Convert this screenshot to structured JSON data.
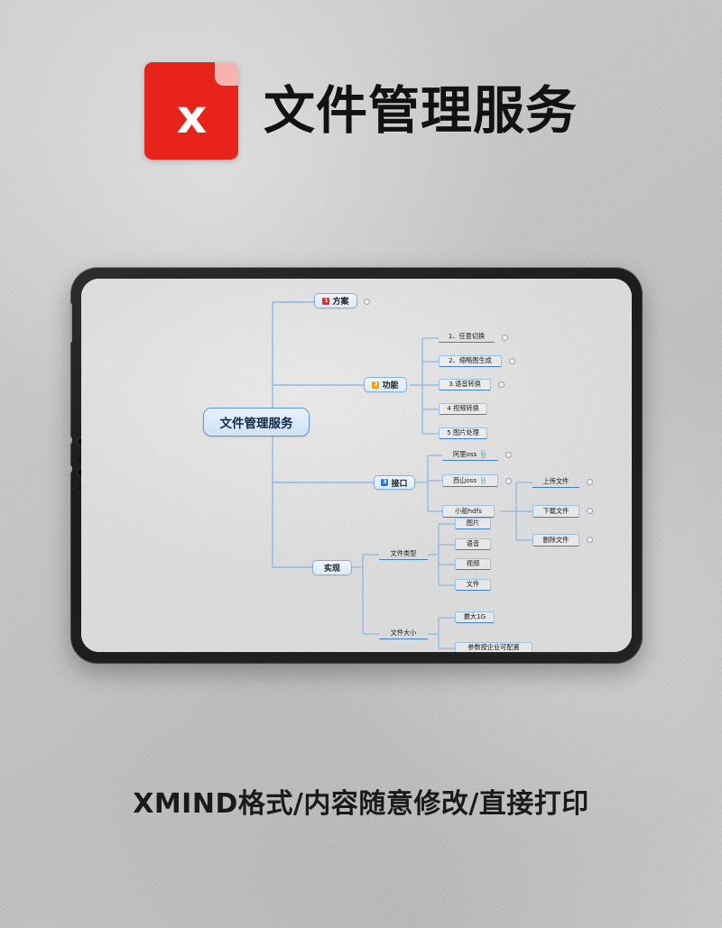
{
  "header": {
    "logo_glyph": "x",
    "logo_name": "xmind-file-icon",
    "title": "文件管理服务"
  },
  "caption": "XMIND格式/内容随意修改/直接打印",
  "tablet": {
    "device": "tablet-frame",
    "buttons": [
      "power-button",
      "volume-up-button",
      "volume-down-button"
    ]
  },
  "mindmap": {
    "central": {
      "label": "文件管理服务"
    },
    "branches": [
      {
        "badge": "1",
        "badge_color": "#e03127",
        "label": "方案"
      },
      {
        "badge": "2",
        "badge_color": "#f0a10c",
        "label": "功能"
      },
      {
        "badge": "3",
        "badge_color": "#2f76cf",
        "label": "接口"
      },
      {
        "badge": "",
        "badge_color": "",
        "label": "实现"
      }
    ],
    "function_items": [
      {
        "label": "1、任意切换"
      },
      {
        "label": "2、缩略图生成"
      },
      {
        "label": "3.语音转换"
      },
      {
        "label": "4 视频转换"
      },
      {
        "label": "5 图片处理"
      }
    ],
    "interface_items": [
      {
        "label": "阿里oss",
        "icon": "paperclip-icon"
      },
      {
        "label": "西山oss",
        "icon": "paperclip-icon"
      },
      {
        "label": "小船hdfs",
        "icon": ""
      }
    ],
    "hdfs_operations": [
      {
        "label": "上传文件"
      },
      {
        "label": "下载文件"
      },
      {
        "label": "删除文件"
      }
    ],
    "impl_groups": [
      {
        "label": "文件类型"
      },
      {
        "label": "文件大小"
      }
    ],
    "file_types": [
      {
        "label": "图片"
      },
      {
        "label": "语音"
      },
      {
        "label": "视频"
      },
      {
        "label": "文件"
      }
    ],
    "file_sizes": [
      {
        "label": "最大1G"
      },
      {
        "label": "参数按企业可配置"
      }
    ]
  }
}
